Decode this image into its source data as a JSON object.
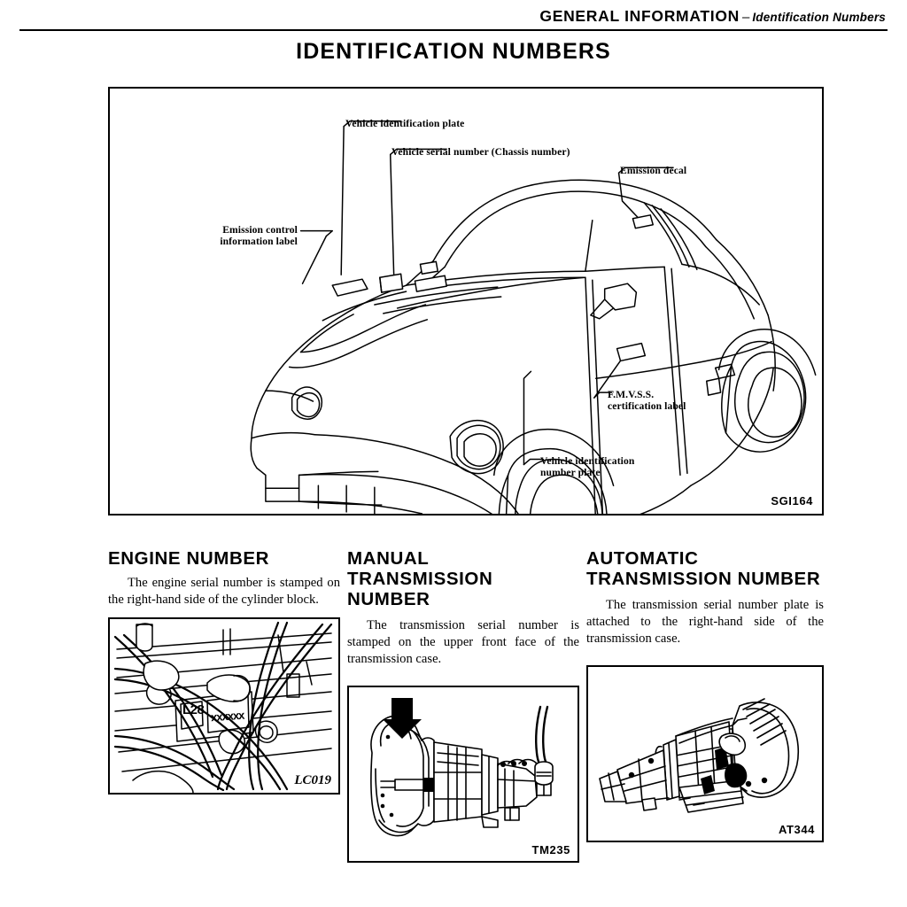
{
  "header": {
    "section": "GENERAL INFORMATION",
    "dash": "–",
    "subsection": "Identification Numbers"
  },
  "page_title": "IDENTIFICATION NUMBERS",
  "main_figure": {
    "figure_code": "SGI164",
    "subject": "vehicle-line-drawing-datsun-280zx",
    "callouts": [
      {
        "id": "vehicle-identification-plate",
        "text": "Vehicle identification plate"
      },
      {
        "id": "vehicle-serial-number",
        "text": "Vehicle serial number (Chassis number)"
      },
      {
        "id": "emission-decal",
        "text": "Emission decal"
      },
      {
        "id": "emission-control-information-label",
        "text": "Emission control\ninformation label"
      },
      {
        "id": "fmvss-certification-label",
        "text": "F.M.V.S.S.\ncertification label"
      },
      {
        "id": "vehicle-identification-number-plate",
        "text": "Vehicle identification\nnumber plate"
      }
    ]
  },
  "sections": [
    {
      "id": "engine-number",
      "title": "ENGINE NUMBER",
      "body": "The engine serial number is stamped on the right-hand side of the cylinder block.",
      "figure_code": "LC019",
      "figure_code_style": "italic",
      "stamp_prefix": "L28",
      "stamp_serial": "xxxxxx"
    },
    {
      "id": "manual-transmission-number",
      "title": "MANUAL TRANSMISSION NUMBER",
      "body": "The transmission serial number is stamped on the upper front face of the transmission case.",
      "figure_code": "TM235",
      "figure_code_style": "sans"
    },
    {
      "id": "automatic-transmission-number",
      "title": "AUTOMATIC TRANSMISSION NUMBER",
      "body": "The transmission serial number plate is attached to the right-hand side of the transmission case.",
      "figure_code": "AT344",
      "figure_code_style": "sans"
    }
  ],
  "colors": {
    "ink": "#000000",
    "paper": "#ffffff"
  }
}
